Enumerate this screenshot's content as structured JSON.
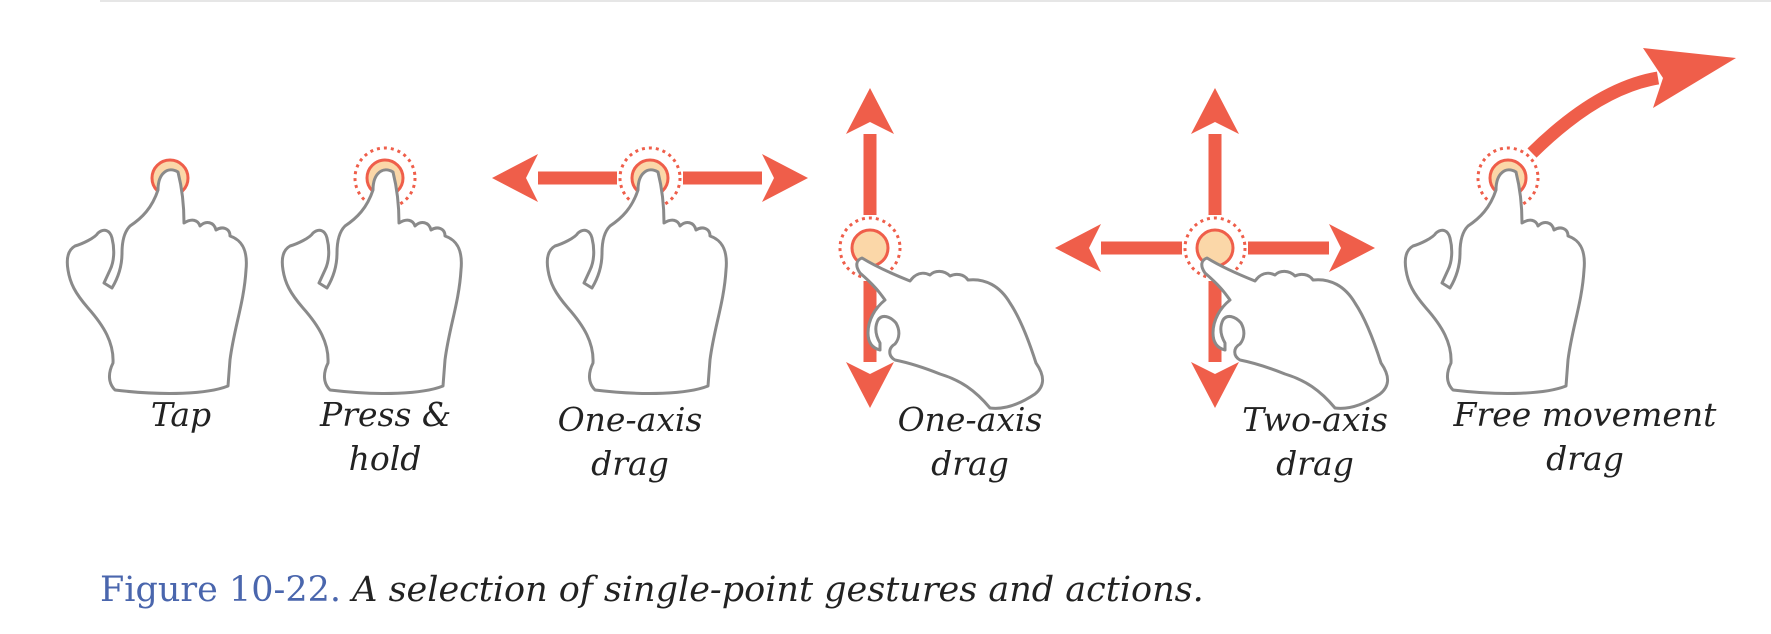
{
  "colors": {
    "arrow": "#ef5e4a",
    "hand_outline": "#8a8a8a",
    "touch_fill": "#fbd7a8",
    "touch_ring": "#ef5e4a",
    "caption_number": "#4a66ad",
    "caption_text": "#222222"
  },
  "gestures": [
    {
      "id": "tap",
      "label_lines": [
        "Tap",
        ""
      ],
      "touch": "solid-ring",
      "arrows": []
    },
    {
      "id": "press-hold",
      "label_lines": [
        "Press &",
        "hold"
      ],
      "touch": "dotted-ring",
      "arrows": []
    },
    {
      "id": "one-axis-horizontal",
      "label_lines": [
        "One-axis",
        "drag"
      ],
      "touch": "dotted-ring",
      "arrows": [
        "left",
        "right"
      ]
    },
    {
      "id": "one-axis-vertical",
      "label_lines": [
        "One-axis",
        "drag"
      ],
      "touch": "dotted-ring",
      "arrows": [
        "up",
        "down"
      ]
    },
    {
      "id": "two-axis",
      "label_lines": [
        "Two-axis",
        "drag"
      ],
      "touch": "dotted-ring",
      "arrows": [
        "up",
        "down",
        "left",
        "right"
      ]
    },
    {
      "id": "free-movement",
      "label_lines": [
        "Free movement",
        "drag"
      ],
      "touch": "dotted-ring",
      "arrows": [
        "curved-up-right"
      ]
    }
  ],
  "caption": {
    "number": "Figure 10-22.",
    "text": "A selection of single-point gestures and actions."
  }
}
